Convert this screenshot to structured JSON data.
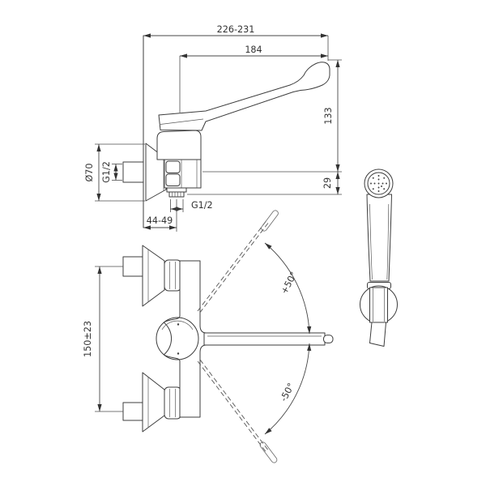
{
  "drawing": {
    "type": "faucet installation technical drawing",
    "colors": {
      "line": "#3c3c3c",
      "dimension": "#474747",
      "text": "#333333",
      "background": "#ffffff"
    },
    "side_view": {
      "dim_total_depth": "226-231",
      "dim_lever_length": "184",
      "dim_lever_height": "133",
      "dim_spout_offset": "29",
      "dim_flange_diameter": "Ø70",
      "dim_inlet_thread": "G1/2",
      "dim_outlet_thread": "G1/2",
      "dim_wall_to_spout": "44-49"
    },
    "front_view": {
      "dim_inlet_spacing": "150±23",
      "angle_swing_up": "+50°",
      "angle_swing_down": "-50°"
    }
  }
}
